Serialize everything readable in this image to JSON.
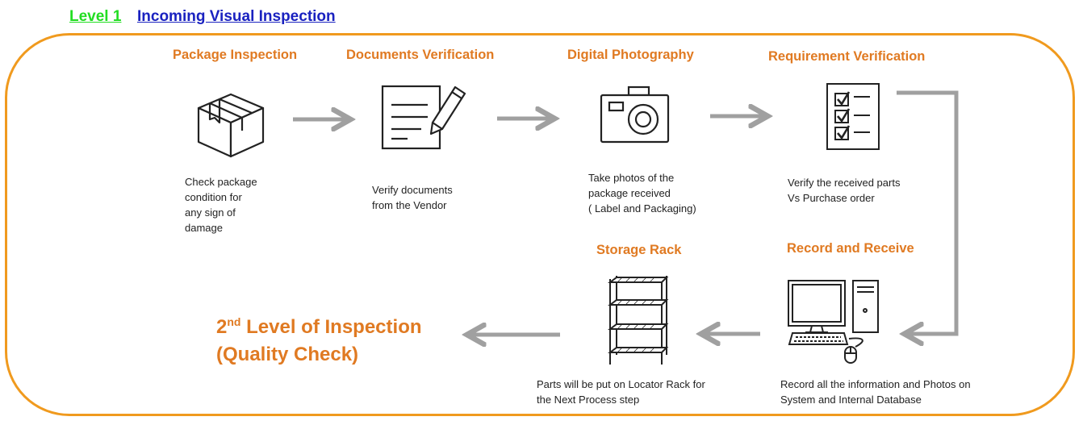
{
  "header": {
    "level": "Level 1",
    "title": "Incoming Visual Inspection"
  },
  "steps": [
    {
      "title": "Package Inspection",
      "icon": "package-box-icon",
      "desc": "Check package\ncondition for\nany sign of\ndamage"
    },
    {
      "title": "Documents Verification",
      "icon": "document-pen-icon",
      "desc": "Verify documents\nfrom the Vendor"
    },
    {
      "title": "Digital Photography",
      "icon": "camera-icon",
      "desc": "Take photos of the\npackage received\n( Label and Packaging)"
    },
    {
      "title": "Requirement Verification",
      "icon": "checklist-icon",
      "desc": "Verify the received parts\nVs Purchase order"
    },
    {
      "title": "Record and Receive",
      "icon": "desktop-computer-icon",
      "desc": "Record all the information and Photos on\nSystem and Internal Database"
    },
    {
      "title": "Storage Rack",
      "icon": "storage-rack-icon",
      "desc": "Parts will be put on Locator Rack for\nthe Next Process step"
    }
  ],
  "next_level": {
    "number": "2",
    "suffix": "nd",
    "line1_rest": " Level of Inspection",
    "line2": "(Quality Check)"
  },
  "colors": {
    "accent": "#e07a22",
    "frame": "#f09a1e",
    "arrow": "#a0a0a0",
    "level": "#22dd22",
    "title": "#1a22c0"
  }
}
